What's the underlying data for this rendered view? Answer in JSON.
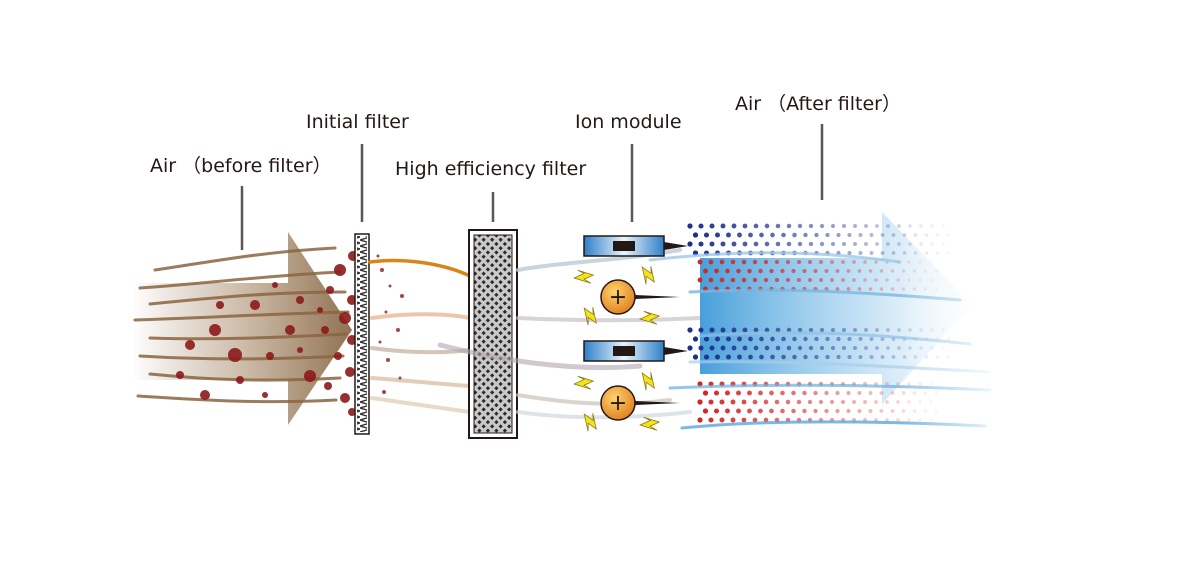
{
  "labels": {
    "air_before": "Air （before filter）",
    "initial_filter": "Initial filter",
    "high_efficiency_filter": "High efficiency filter",
    "ion_module": "Ion module",
    "air_after": "Air （After filter）"
  },
  "ion_symbols": {
    "negative": "−",
    "positive": "+"
  },
  "colors": {
    "dirty_air": "#8a6a4a",
    "dust": "#8b1a1a",
    "clean_air": "#5aaee0",
    "negative_ion": "#1f2f8c",
    "positive_ion": "#d42525",
    "spark": "#f4e21a",
    "positive_ball": "#e8862a"
  }
}
